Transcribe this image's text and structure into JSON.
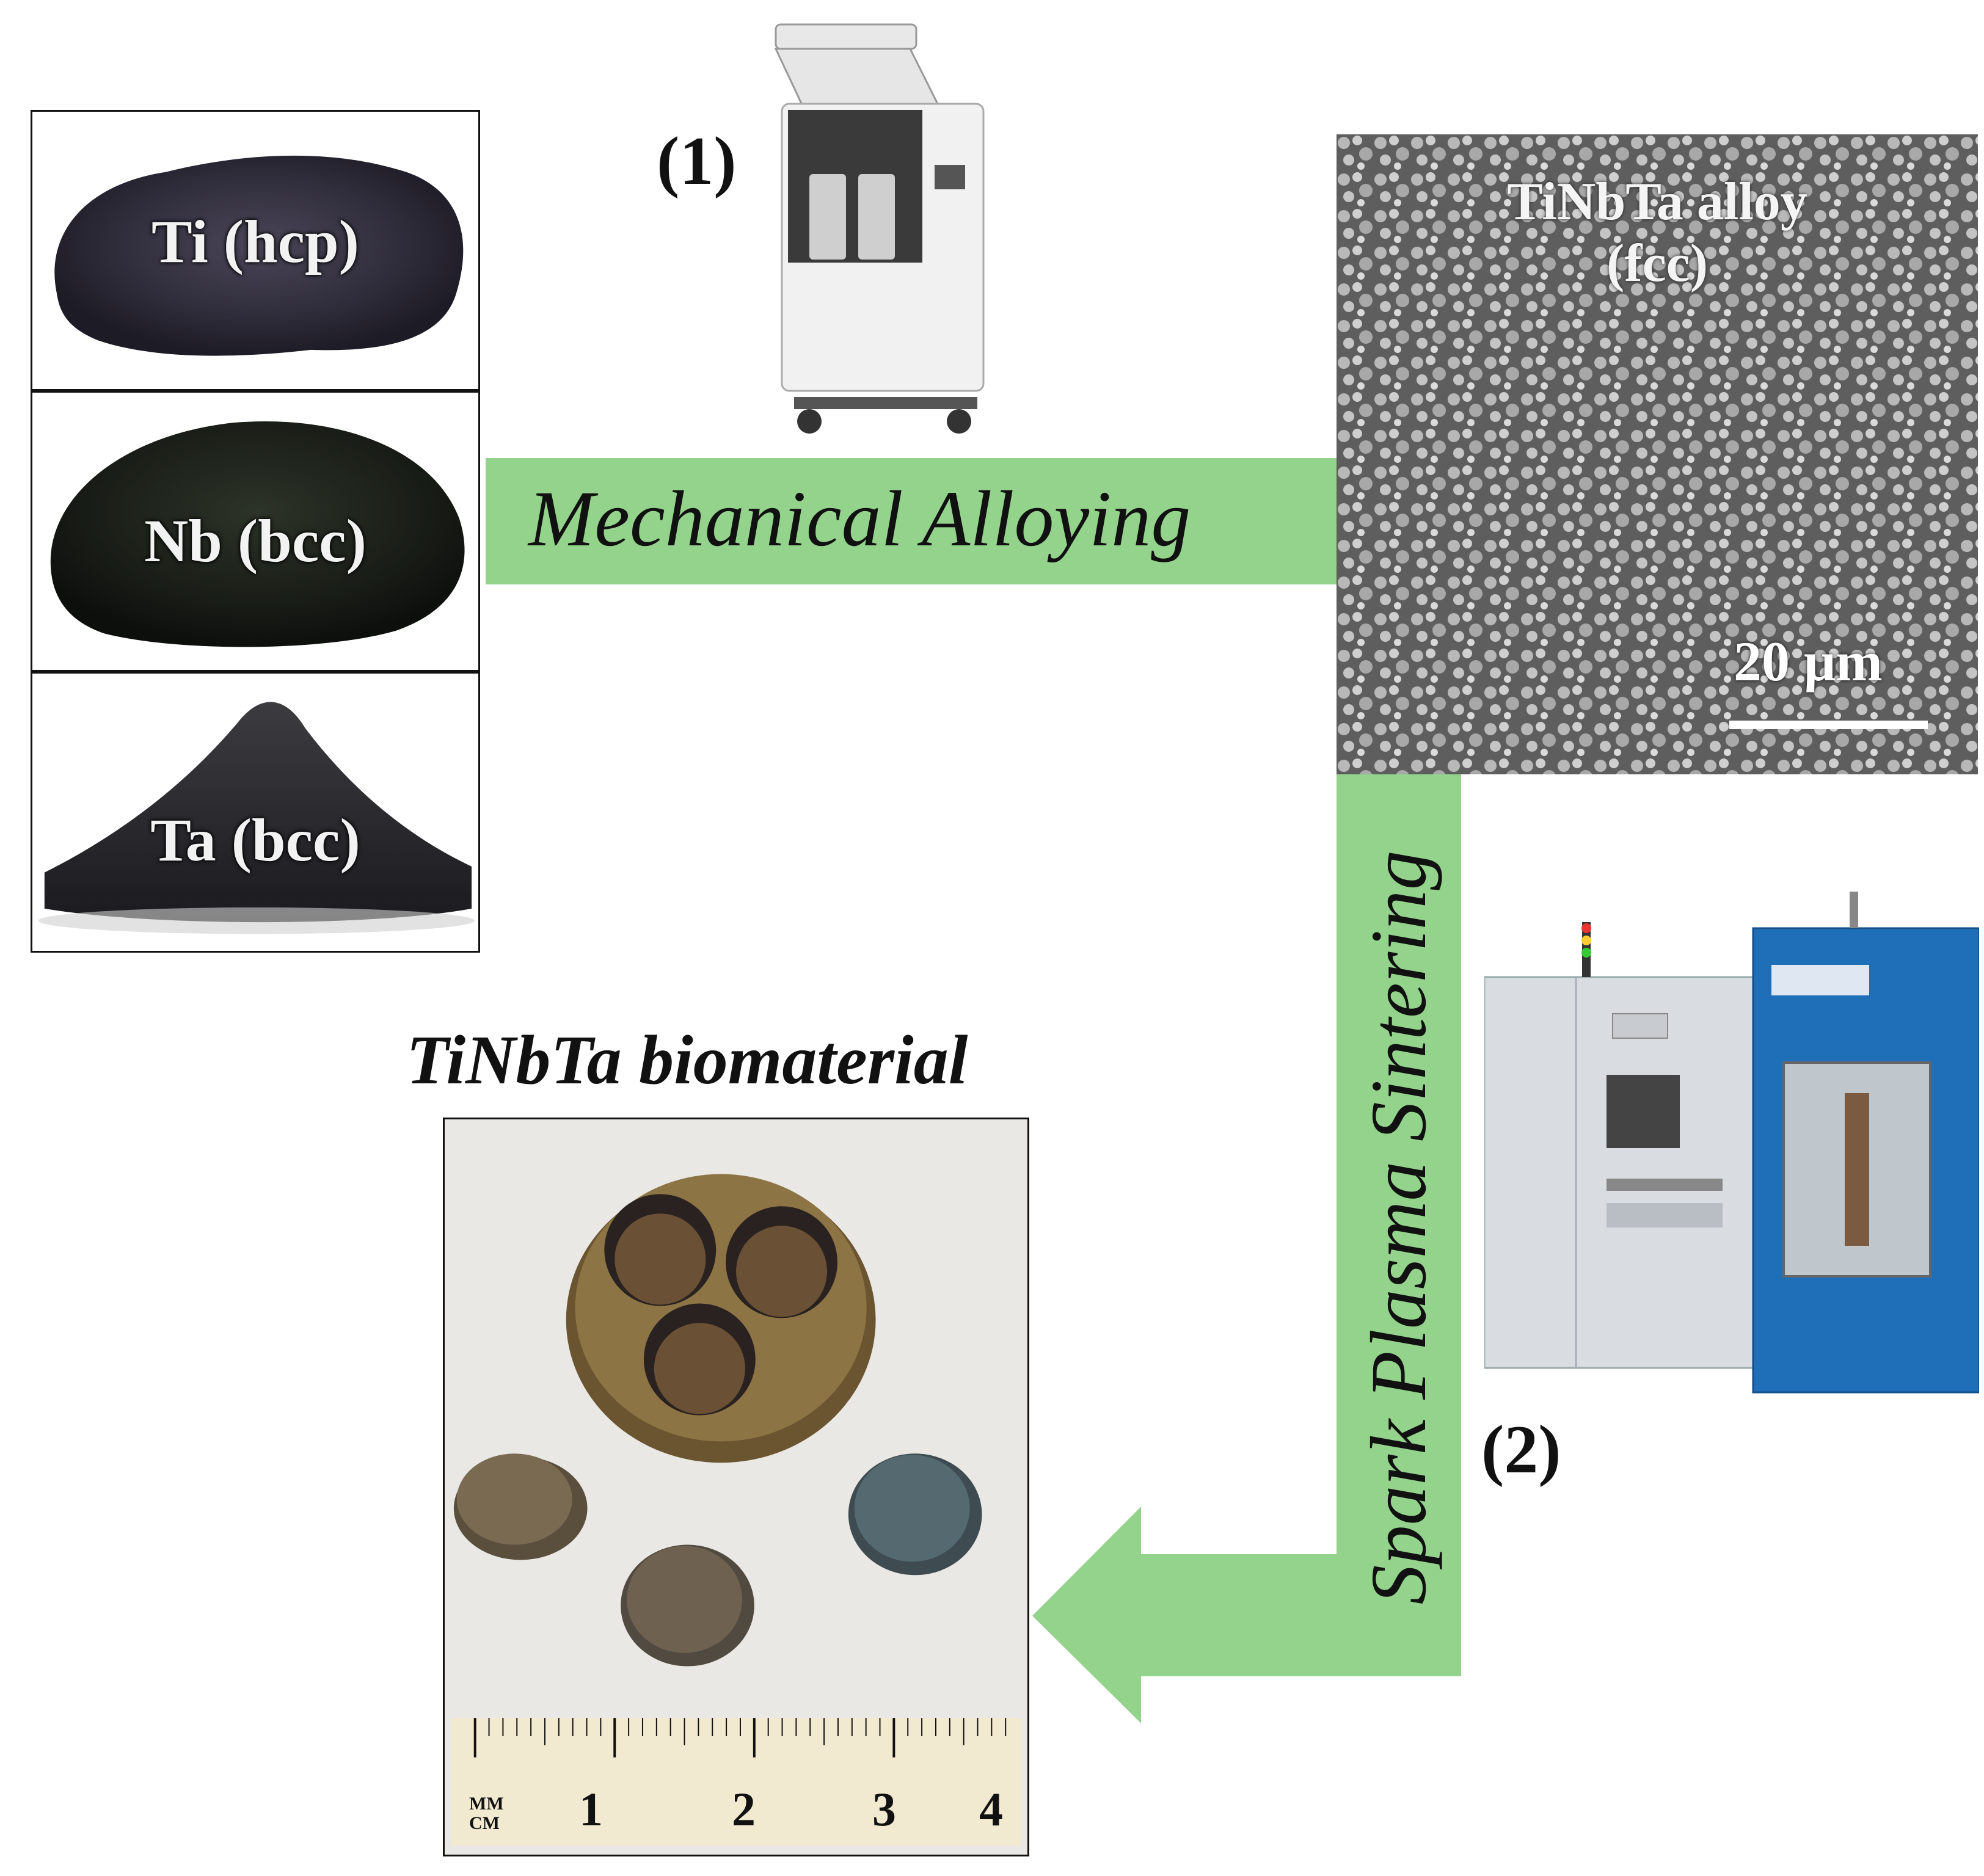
{
  "powders": [
    {
      "label": "Ti (hcp)"
    },
    {
      "label": "Nb (bcc)"
    },
    {
      "label": "Ta (bcc)"
    }
  ],
  "step1": {
    "number_label": "(1)",
    "arrow_text": "Mechanical Alloying",
    "equipment_icon": "ball-mill-icon"
  },
  "sem": {
    "title_line1": "TiNbTa alloy",
    "title_line2": "(fcc)",
    "scale_label": "20 μm"
  },
  "step2": {
    "number_label": "(2)",
    "arrow_text": "Spark Plasma Sintering",
    "equipment_icon": "sps-machine-icon"
  },
  "result": {
    "title": "TiNbTa biomaterial",
    "ruler": {
      "unit_top": "MM",
      "unit_bottom": "CM",
      "numbers": [
        "1",
        "2",
        "3",
        "4"
      ]
    }
  },
  "colors": {
    "arrow": "#94d38c",
    "sps_blue": "#1e6fb8"
  }
}
